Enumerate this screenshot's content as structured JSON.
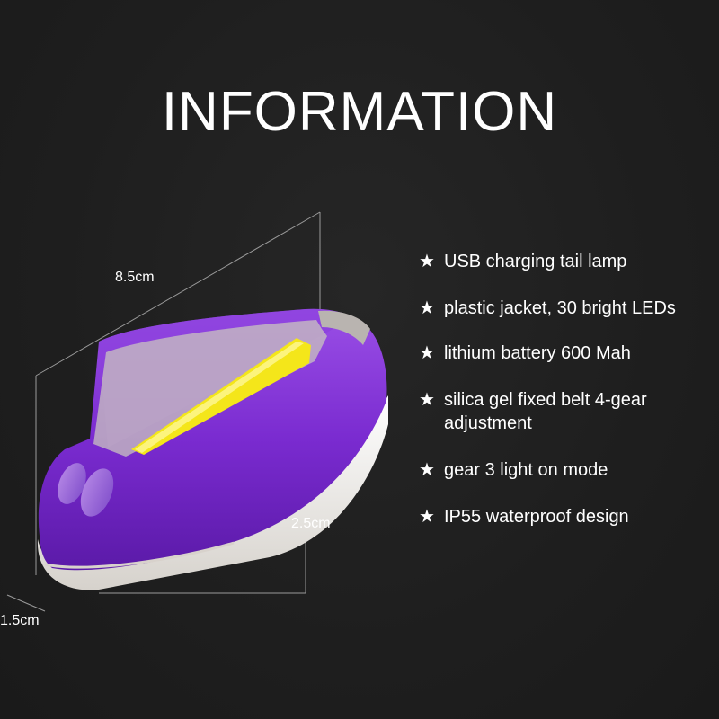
{
  "title": "INFORMATION",
  "dimensions": {
    "length": "8.5cm",
    "height": "2.5cm",
    "width": "1.5cm"
  },
  "features": [
    {
      "icon": "star-icon",
      "text": "USB charging tail lamp"
    },
    {
      "icon": "star-icon",
      "text": "plastic jacket, 30 bright LEDs"
    },
    {
      "icon": "star-icon",
      "text": "lithium battery 600 Mah"
    },
    {
      "icon": "star-icon",
      "text": "silica gel fixed belt 4-gear adjustment"
    },
    {
      "icon": "star-icon",
      "text": "gear 3 light on mode"
    },
    {
      "icon": "star-icon",
      "text": "IP55 waterproof design"
    }
  ],
  "colors": {
    "background": "#1f1f1f",
    "text": "#ffffff",
    "lamp_body": "#7a2bd0",
    "lamp_light": "#f4e61a",
    "lamp_base": "#f2f0ec",
    "indicator": "#e8202a"
  }
}
